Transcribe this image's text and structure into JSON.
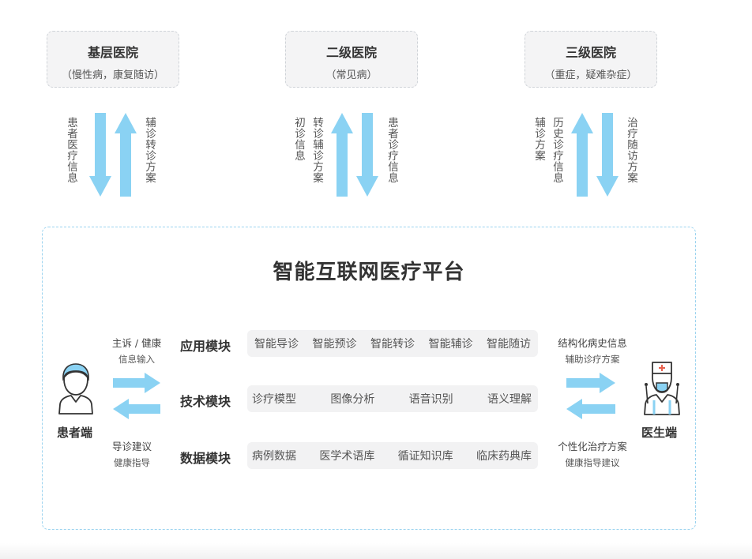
{
  "hospitals": [
    {
      "title": "基层医院",
      "subtitle": "（慢性病，康复随访）"
    },
    {
      "title": "二级医院",
      "subtitle": "（常见病）"
    },
    {
      "title": "三级医院",
      "subtitle": "（重症，疑难杂症）"
    }
  ],
  "flows": {
    "primary_down": "患者医疗信息",
    "primary_up": "辅诊转诊方案",
    "secondary_up_outer": "初诊信息",
    "secondary_up_inner": "转诊辅诊方案",
    "secondary_down": "患者诊疗信息",
    "tertiary_up_outer": "辅诊方案",
    "tertiary_up_inner": "历史诊疗信息",
    "tertiary_down": "治疗随访方案"
  },
  "platform": {
    "title": "智能互联网医疗平台",
    "modules": [
      {
        "label": "应用模块",
        "items": [
          "智能导诊",
          "智能预诊",
          "智能转诊",
          "智能辅诊",
          "智能随访"
        ]
      },
      {
        "label": "技术模块",
        "items": [
          "诊疗模型",
          "图像分析",
          "语音识别",
          "语义理解"
        ]
      },
      {
        "label": "数据模块",
        "items": [
          "病例数据",
          "医学术语库",
          "循证知识库",
          "临床药典库"
        ]
      }
    ]
  },
  "patient": {
    "label": "患者端",
    "input_line1": "主诉 / 健康",
    "input_line2": "信息输入",
    "output_line1": "导诊建议",
    "output_line2": "健康指导"
  },
  "doctor": {
    "label": "医生端",
    "input_line1": "结构化病史信息",
    "input_line2": "辅助诊疗方案",
    "output_line1": "个性化治疗方案",
    "output_line2": "健康指导建议"
  },
  "colors": {
    "arrow": "#8ad2f3",
    "platform_border": "#9bd3ef",
    "box_bg": "#f4f4f5",
    "icon_stroke": "#333333",
    "cross": "#e9624f"
  }
}
